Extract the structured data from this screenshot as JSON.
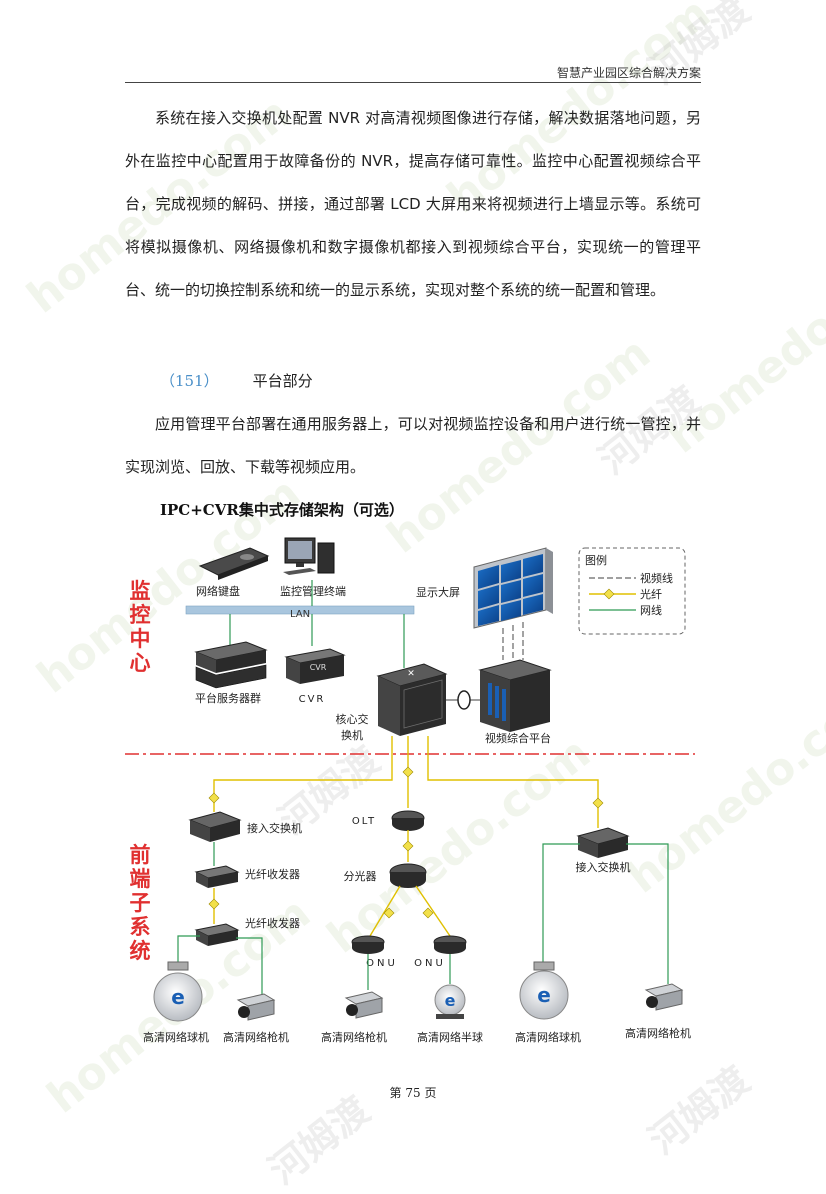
{
  "header": {
    "title": "智慧产业园区综合解决方案"
  },
  "body": {
    "paragraph1": "系统在接入交换机处配置 NVR 对高清视频图像进行存储，解决数据落地问题，另外在监控中心配置用于故障备份的 NVR，提高存储可靠性。监控中心配置视频综合平台，完成视频的解码、拼接，通过部署 LCD 大屏用来将视频进行上墙显示等。系统可将模拟摄像机、网络摄像机和数字摄像机都接入到视频综合平台，实现统一的管理平台、统一的切换控制系统和统一的显示系统，实现对整个系统的统一配置和管理。",
    "subsection_number": "（151）",
    "subsection_title": "平台部分",
    "paragraph2": "应用管理平台部署在通用服务器上，可以对视频监控设备和用户进行统一管控，并实现浏览、回放、下载等视频应用。"
  },
  "figure": {
    "title_en": "IPC+CVR",
    "title_cn": "集中式存储架构（可选）",
    "zone_top": "监控中心",
    "zone_bottom": "前端子系统",
    "legend": {
      "title": "图例",
      "items": [
        "视频线",
        "光纤",
        "网线"
      ]
    },
    "labels": {
      "keyboard": "网络键盘",
      "terminal": "监控管理终端",
      "display": "显示大屏",
      "lan": "LAN",
      "server": "平台服务器群",
      "cvr": "CVR",
      "cvr_device": "CVR",
      "core_switch_1": "核心交",
      "core_switch_2": "换机",
      "video_platform": "视频综合平台",
      "access_switch_left": "接入交换机",
      "fiber_tx_1": "光纤收发器",
      "fiber_tx_2": "光纤收发器",
      "olt": "OLT",
      "splitter": "分光器",
      "onu_1": "ONU",
      "onu_2": "ONU",
      "access_switch_right": "接入交换机",
      "cam_dome_1": "高清网络球机",
      "cam_gun_1": "高清网络枪机",
      "cam_gun_2": "高清网络枪机",
      "cam_half": "高清网络半球",
      "cam_dome_2": "高清网络球机",
      "cam_gun_3": "高清网络枪机"
    },
    "colors": {
      "fiber": "#e0c000",
      "network": "#2f9a55",
      "video": "#666666",
      "zone": "#e03030",
      "lan": "#a9c6de"
    }
  },
  "footer": {
    "page_label": "第 75 页"
  },
  "watermarks": [
    "homedo.com",
    "河姆渡"
  ]
}
